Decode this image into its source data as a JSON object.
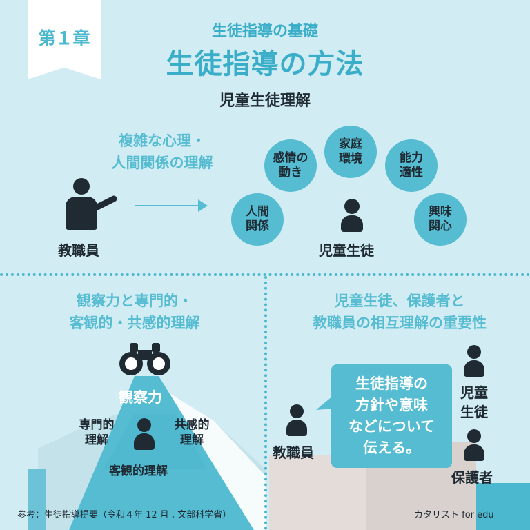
{
  "chapter_label": "第１章",
  "subtitle": "生徒指導の基礎",
  "title": "生徒指導の方法",
  "section1": {
    "heading": "児童生徒理解",
    "left_text_line1": "複雑な心理・",
    "left_text_line2": "人間関係の理解",
    "teacher_label": "教職員",
    "student_label": "児童生徒",
    "bubbles": [
      "人間\n関係",
      "感情の\n動き",
      "家庭\n環境",
      "能力\n適性",
      "興味\n関心"
    ]
  },
  "section2": {
    "heading_line1": "観察力と専門的・",
    "heading_line2": "客観的・共感的理解",
    "observation_label": "観察力",
    "left_label": "専門的\n理解",
    "right_label": "共感的\n理解",
    "bottom_label": "客観的理解"
  },
  "section3": {
    "heading_line1": "児童生徒、保護者と",
    "heading_line2": "教職員の相互理解の重要性",
    "speech_text": "生徒指導の\n方針や意味\nなどについて\n伝える。",
    "teacher_label": "教職員",
    "student_label": "児童\n生徒",
    "guardian_label": "保護者"
  },
  "footer": {
    "reference": "参考：生徒指導提要（令和４年 12 月 , 文部科学省）",
    "credit": "カタリスト for edu"
  },
  "colors": {
    "background": "#d1ecf3",
    "accent": "#55bcd2",
    "dark": "#1f2a33"
  }
}
